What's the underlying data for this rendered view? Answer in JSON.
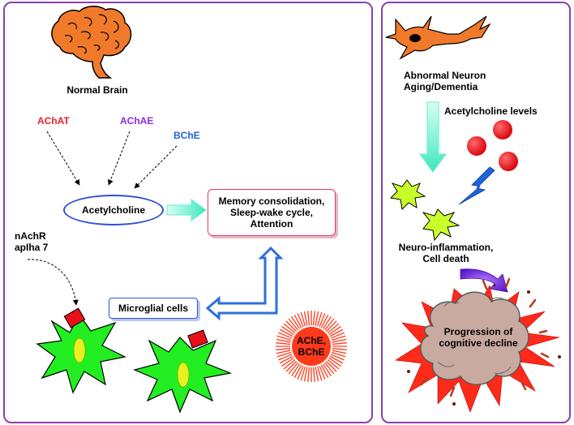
{
  "left_panel": {
    "brain_label": "Normal Brain",
    "enzymes": [
      {
        "label": "AChAT",
        "color": "#e8202a"
      },
      {
        "label": "AChAE",
        "color": "#8a2be2"
      },
      {
        "label": "BChE",
        "color": "#1f63d6"
      }
    ],
    "acetylcholine_label": "Acetylcholine",
    "functions_lines": [
      "Memory consolidation,",
      "Sleep-wake cycle,",
      "Attention"
    ],
    "receptor_lines": [
      "nAchR",
      "apIha 7"
    ],
    "microglial_label": "Microglial cells",
    "burst_lines": [
      "AChE,",
      "BChE"
    ]
  },
  "right_panel": {
    "neuron_lines": [
      "Abnormal Neuron",
      "Aging/Dementia"
    ],
    "acetylcholine_levels_label": "Acetylcholine levels",
    "inflammation_lines": [
      "Neuro-inflammation,",
      "Cell death"
    ],
    "progression_lines": [
      "Progression of",
      "cognitive decline"
    ]
  },
  "colors": {
    "panel_border": "#8e3fae",
    "arrow_cyan": "#5ff0c8",
    "arrow_blue": "#2e6fdc",
    "star_green": "#22ee22",
    "ellipse_yellow": "#e8f020",
    "receptor_red": "#e8101a",
    "burst_red": "#ff3a1a",
    "cloud": "#c8aaa0"
  }
}
